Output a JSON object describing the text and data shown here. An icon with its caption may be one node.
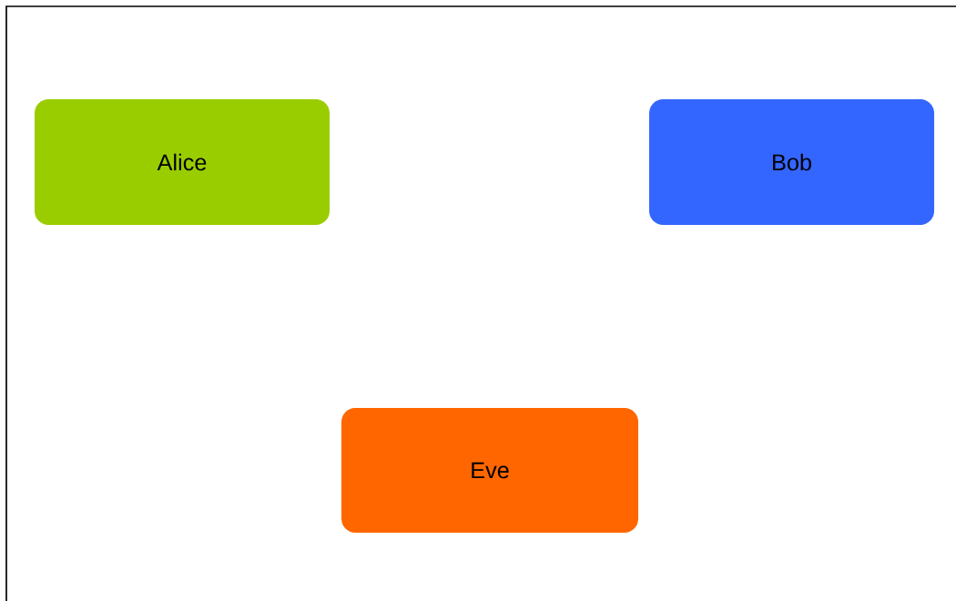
{
  "diagram": {
    "nodes": [
      {
        "text": [
          "Alice"
        ]
      },
      {
        "text": [
          "Bob"
        ]
      },
      {
        "text": [
          "Eve"
        ]
      }
    ]
  }
}
